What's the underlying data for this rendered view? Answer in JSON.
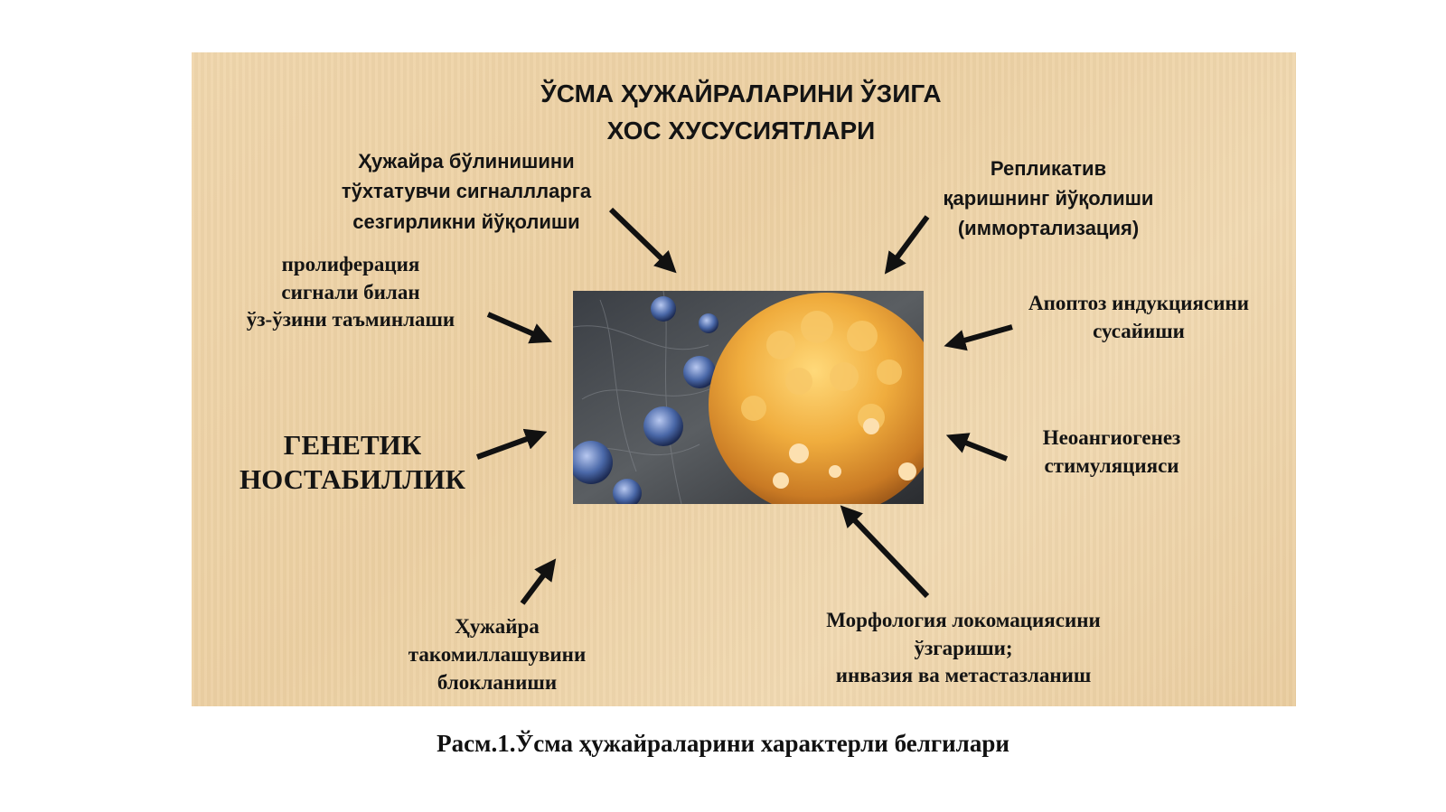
{
  "title": [
    "ЎСМА ҲУЖАЙРАЛАРИНИ ЎЗИГА",
    "ХОС ХУСУСИЯТЛАРИ"
  ],
  "labels": {
    "top_left": [
      "Ҳужайра бўлинишини",
      "тўхтатувчи сигналлларга",
      "сезгирликни йўқолиши"
    ],
    "top_right": [
      "Репликатив",
      "қаришнинг йўқолиши",
      "(иммортализация)"
    ],
    "mid_left": [
      "пролиферация",
      "сигнали билан",
      "ўз-ўзини таъминлаши"
    ],
    "mid_right": [
      "Апоптоз индукциясини",
      "сусайиши"
    ],
    "genetic": [
      "ГЕНЕТИК",
      "НОСТАБИЛЛИК"
    ],
    "neo_right": [
      "Неоангиогенез",
      "стимуляцияси"
    ],
    "bottom_left": [
      "Ҳужайра",
      "такомиллашувини",
      "блокланиши"
    ],
    "bottom_right": [
      "Морфология локомациясини",
      "ўзгариши;",
      "инвазия ва метастазланиш"
    ]
  },
  "caption": "Расм.1.Ўсма ҳужайраларини характерли белгилари",
  "colors": {
    "panel": "#eed3a6",
    "text": "#141414",
    "arrow": "#111111",
    "cell": "#e8a63a",
    "background_cells": "#3d5a8c"
  },
  "icons": [
    "arrow-icon",
    "tumor-cell-image"
  ]
}
